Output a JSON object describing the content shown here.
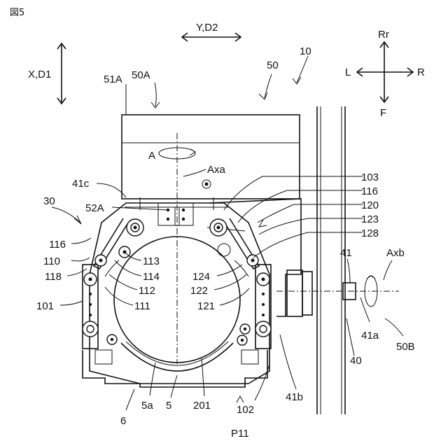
{
  "figure_title": "図5",
  "direction_labels": {
    "y": "Y,D2",
    "x": "X,D1",
    "rr": "Rr",
    "f": "F",
    "l": "L",
    "r": "R"
  },
  "labels": {
    "l10": "10",
    "l50": "50",
    "l51A": "51A",
    "l50A": "50A",
    "lA": "A",
    "lAxa": "Axa",
    "l41c": "41c",
    "l52A": "52A",
    "l30": "30",
    "l103": "103",
    "l116r": "116",
    "l120": "120",
    "l123": "123",
    "l128": "128",
    "l116l": "116",
    "l110": "110",
    "l118": "118",
    "l113": "113",
    "l114": "114",
    "l112": "112",
    "l111": "111",
    "l101": "101",
    "l124": "124",
    "l122": "122",
    "l121": "121",
    "l41": "41",
    "lAxb": "Axb",
    "l41a": "41a",
    "l50B": "50B",
    "l40": "40",
    "l41b": "41b",
    "l102": "102",
    "l201": "201",
    "l5a": "5a",
    "l5": "5",
    "l6": "6",
    "lP11": "P11"
  }
}
